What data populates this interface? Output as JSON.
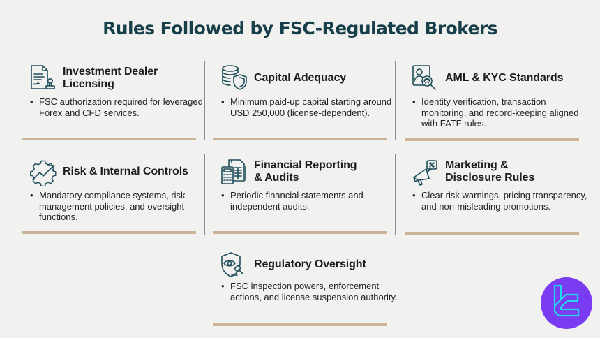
{
  "title": "Rules Followed by FSC-Regulated Brokers",
  "cards": [
    {
      "id": "investment-dealer-licensing",
      "icon": "licensed-document-stamp-icon",
      "title_line1": "Investment Dealer",
      "title_line2": "Licensing",
      "bullet": "FSC authorization required for leveraged Forex and CFD services."
    },
    {
      "id": "capital-adequacy",
      "icon": "coins-shield-icon",
      "title_line1": "Capital Adequacy",
      "title_line2": "",
      "bullet": "Minimum paid-up capital starting around USD 250,000 (license-dependent)."
    },
    {
      "id": "aml-kyc-standards",
      "icon": "identity-fingerprint-magnifier-icon",
      "title_line1": "AML & KYC Standards",
      "title_line2": "",
      "bullet": "Identity verification, transaction monitoring, and record-keeping aligned with FATF rules."
    },
    {
      "id": "risk-internal-controls",
      "icon": "gear-trend-arrow-icon",
      "title_line1": "Risk & Internal Controls",
      "title_line2": "",
      "bullet": "Mandatory compliance systems, risk management policies, and oversight functions."
    },
    {
      "id": "financial-reporting-audits",
      "icon": "calculator-report-icon",
      "title_line1": "Financial Reporting",
      "title_line2": "& Audits",
      "bullet": "Periodic financial statements and independent audits."
    },
    {
      "id": "marketing-disclosure-rules",
      "icon": "megaphone-percent-icon",
      "title_line1": "Marketing &",
      "title_line2": "Disclosure Rules",
      "bullet": "Clear risk warnings, pricing transparency, and non-misleading promotions."
    },
    {
      "id": "regulatory-oversight",
      "icon": "shield-eye-gavel-icon",
      "title_line1": "Regulatory Oversight",
      "title_line2": "",
      "bullet": "FSC inspection powers, enforcement actions, and license suspension authority."
    }
  ],
  "colors": {
    "title": "#173f4a",
    "icon_stroke": "#1f4e5a",
    "rule": "#c9b594",
    "separator": "#8c8c8c",
    "background": "#f1f1f0",
    "logo_bg": "#7a3cf0",
    "logo_fg": "#22d8f0"
  },
  "logo": {
    "icon": "tradingfinder-logo-icon"
  }
}
